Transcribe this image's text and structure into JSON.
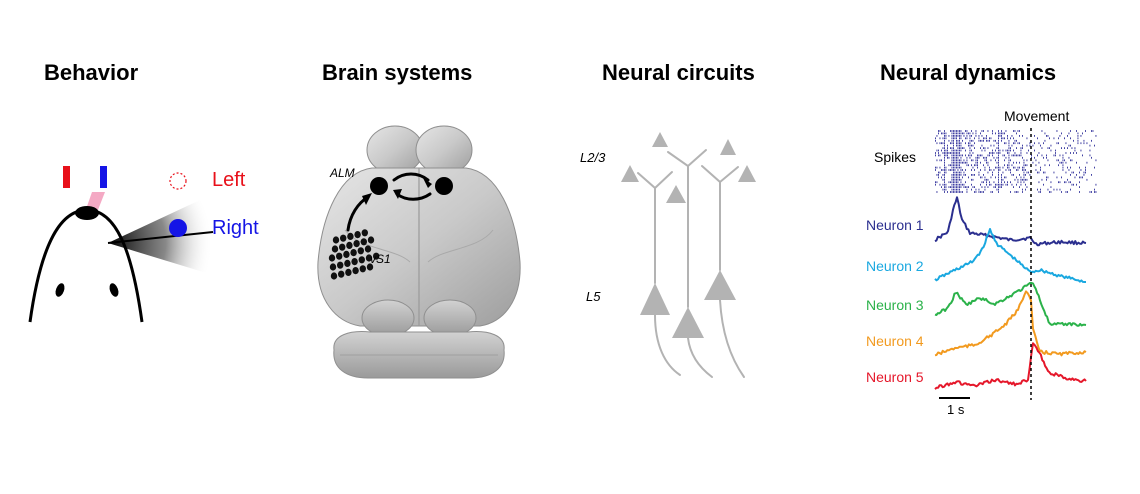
{
  "panels": {
    "behavior": {
      "title": "Behavior",
      "left_label": "Left",
      "right_label": "Right",
      "colors": {
        "left": "#e8101a",
        "right": "#1515e6",
        "lick": "#f4a9c4"
      }
    },
    "brain": {
      "title": "Brain systems",
      "alm_label": "ALM",
      "vs1_label": "vS1"
    },
    "circuits": {
      "title": "Neural circuits",
      "l23_label": "L2/3",
      "l5_label": "L5",
      "colors": {
        "neuron": "#b3b3b3"
      }
    },
    "dynamics": {
      "title": "Neural dynamics",
      "movement_label": "Movement",
      "spikes_label": "Spikes",
      "scale_label": "1 s",
      "neurons": [
        {
          "label": "Neuron 1",
          "color": "#2b2f8f"
        },
        {
          "label": "Neuron 2",
          "color": "#1aa8e0"
        },
        {
          "label": "Neuron 3",
          "color": "#2bb24a"
        },
        {
          "label": "Neuron 4",
          "color": "#f29a1f"
        },
        {
          "label": "Neuron 5",
          "color": "#e5172a"
        }
      ],
      "spike_color": "#2e2e9a"
    }
  }
}
